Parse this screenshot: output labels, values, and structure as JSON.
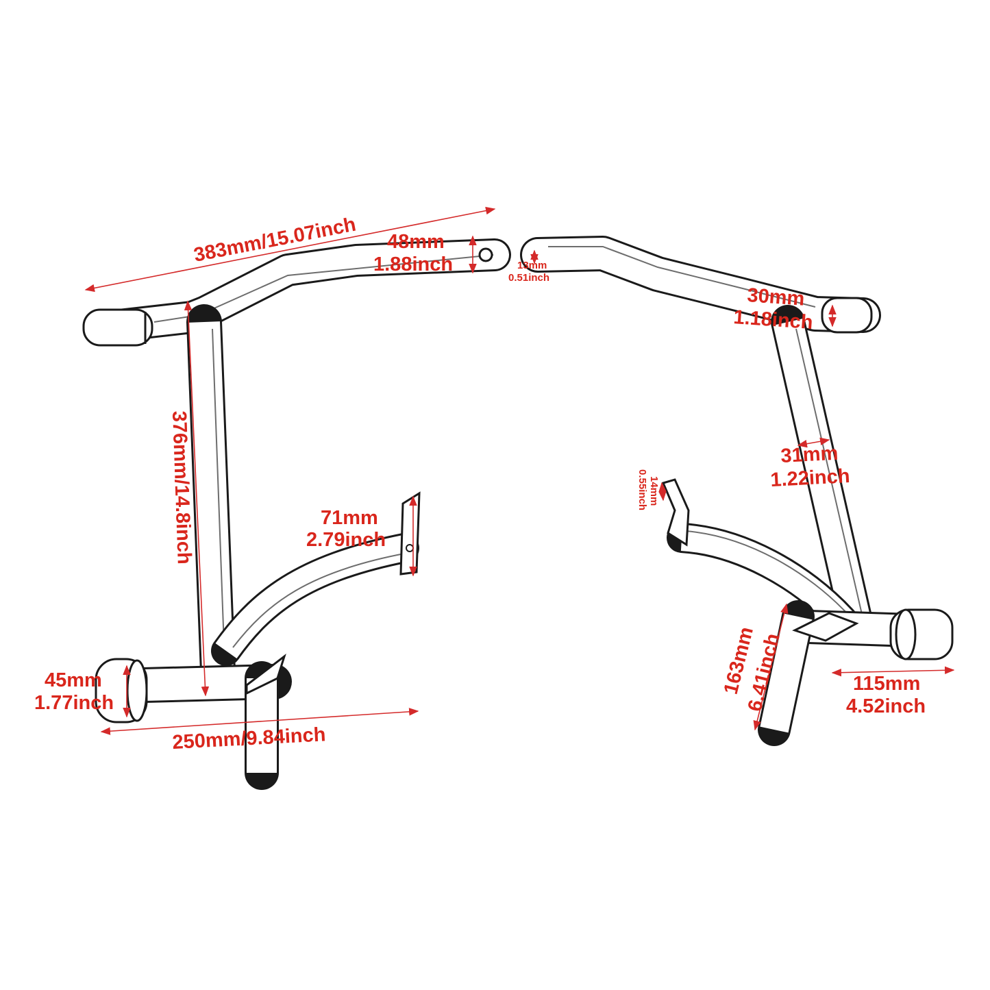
{
  "dimensions": {
    "left_top_length_mm": "383mm/15.07inch",
    "left_tab_height_mm": "48mm",
    "left_tab_height_in": "1.88inch",
    "left_vertical_mm": "376mm/14.8inch",
    "left_foot_tab_mm": "71mm",
    "left_foot_tab_in": "2.79inch",
    "left_bottom_cap_mm": "45mm",
    "left_bottom_cap_in": "1.77inch",
    "left_bottom_length": "250mm/9.84inch",
    "right_hole_mm": "13mm",
    "right_hole_in": "0.51inch",
    "right_top_tube_mm": "30mm",
    "right_top_tube_in": "1.18inch",
    "right_vertical_tube_mm": "31mm",
    "right_vertical_tube_in": "1.22inch",
    "right_bracket_mm": "14mm",
    "right_bracket_in": "0.55inch",
    "right_leg_mm": "163mm",
    "right_leg_in": "6.41inch",
    "right_bottom_cap_mm": "115mm",
    "right_bottom_cap_in": "4.52inch"
  },
  "colors": {
    "dimension": "#d9261c",
    "outline": "#1a1a1a"
  }
}
